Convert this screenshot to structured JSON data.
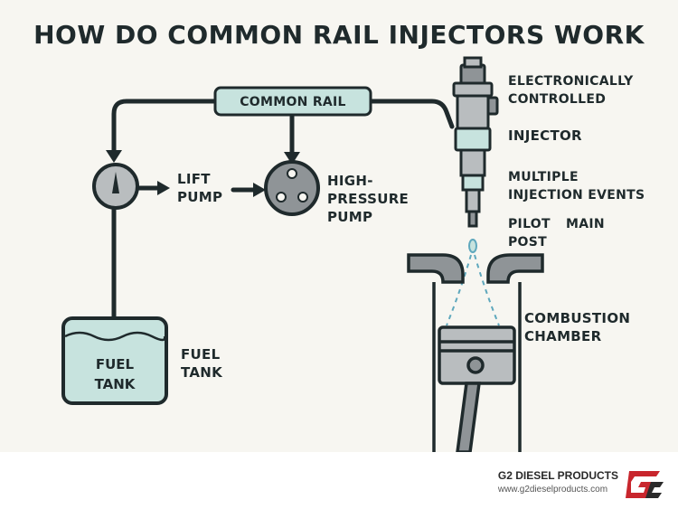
{
  "title": "HOW DO COMMON RAIL INJECTORS WORK",
  "common_rail_label": "COMMON RAIL",
  "lift_pump_label": [
    "LIFT",
    "PUMP"
  ],
  "high_pressure_pump_label": [
    "HIGH-",
    "PRESSURE",
    "PUMP"
  ],
  "fuel_tank_inside_label": [
    "FUEL",
    "TANK"
  ],
  "fuel_tank_side_label": [
    "FUEL",
    "TANK"
  ],
  "electronically_controlled_label": [
    "ELECTRONICALLY",
    "CONTROLLED"
  ],
  "injector_label": "INJECTOR",
  "injection_events_label": [
    "MULTIPLE",
    "INJECTION EVENTS"
  ],
  "injection_phases": [
    "PILOT",
    "MAIN",
    "POST"
  ],
  "combustion_chamber_label": [
    "COMBUSTION",
    "CHAMBER"
  ],
  "brand": {
    "name": "G2 DIESEL PRODUCTS",
    "url": "www.g2dieselproducts.com"
  },
  "colors": {
    "line": "#1f2a2c",
    "teal_fill": "#c7e3de",
    "gray_fill": "#8f9497",
    "spray": "#5fa8bd",
    "logo_red": "#c8262d"
  }
}
